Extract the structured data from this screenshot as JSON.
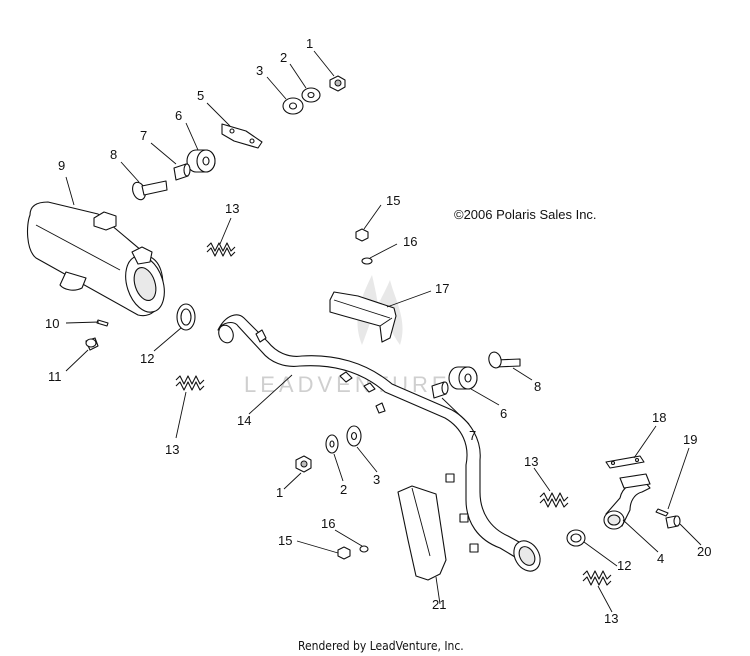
{
  "copyright": "©2006 Polaris Sales Inc.",
  "watermark": "LEADVENTURE",
  "footer": "Rendered by LeadVenture, Inc.",
  "callouts": {
    "top_1": "1",
    "top_2": "2",
    "top_3": "3",
    "top_5": "5",
    "top_6": "6",
    "top_7": "7",
    "top_8": "8",
    "muffler_9": "9",
    "spring_13_top": "13",
    "bolt_15_top": "15",
    "washer_16_top": "16",
    "shield_17": "17",
    "pin_10": "10",
    "screw_11": "11",
    "gasket_12_left": "12",
    "spring_13_left": "13",
    "pipe_14": "14",
    "bolt_8_mid": "8",
    "bushing_6_mid": "6",
    "sleeve_7_mid": "7",
    "nut_1_mid": "1",
    "washer_2_mid": "2",
    "washer_3_mid": "3",
    "spring_13_right": "13",
    "gasket_18": "18",
    "pin_19": "19",
    "elbow_4": "4",
    "bushing_20": "20",
    "bolt_15_bottom": "15",
    "washer_16_bottom": "16",
    "gasket_12_right": "12",
    "spring_13_bottom": "13",
    "shield_21": "21"
  }
}
